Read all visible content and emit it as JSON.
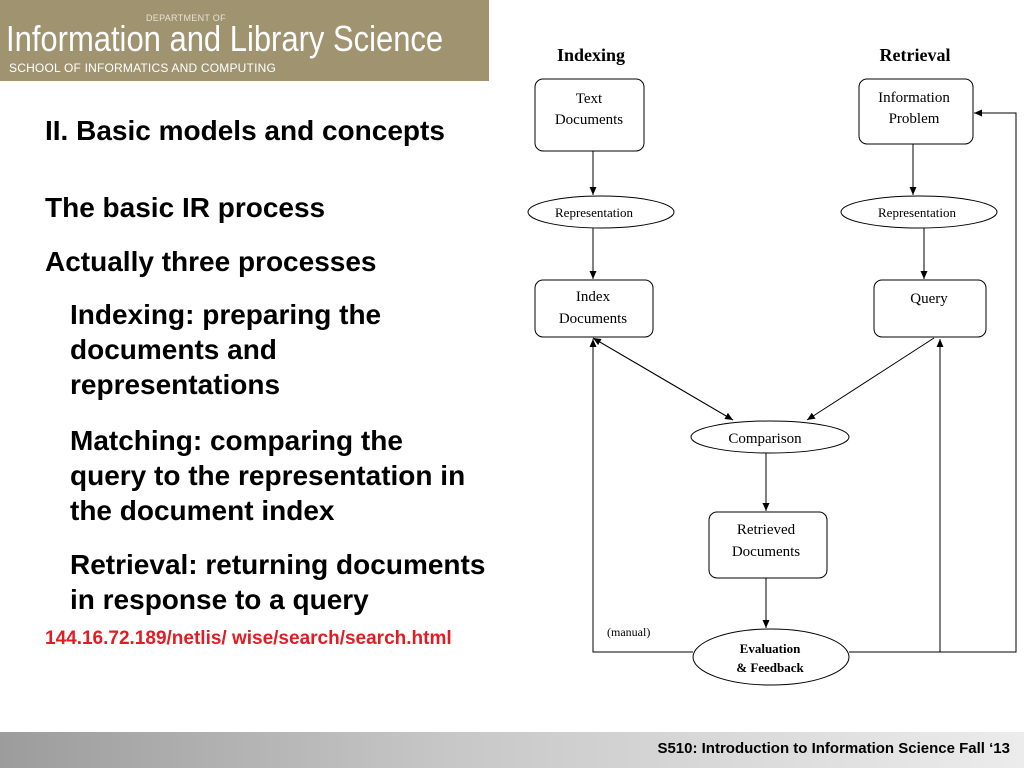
{
  "header": {
    "department_of": "DEPARTMENT OF",
    "title": "Information and Library Science",
    "school": "SCHOOL OF INFORMATICS AND COMPUTING"
  },
  "slide": {
    "heading": "II.  Basic models and concepts",
    "subheading": "The basic IR process",
    "bullet": "Actually three processes",
    "subbullets": [
      [
        "Indexing: preparing the",
        "documents and",
        "representations"
      ],
      [
        "Matching: comparing the",
        "query to the representation in",
        "the document index"
      ],
      [
        "Retrieval: returning documents",
        "in response to a query"
      ]
    ],
    "link": "144.16.72.189/netlis/ wise/search/search.html"
  },
  "diagram": {
    "col_indexing": "Indexing",
    "col_retrieval": "Retrieval",
    "text_documents": [
      "Text",
      "Documents"
    ],
    "information_problem": [
      "Information",
      "Problem"
    ],
    "representation_left": "Representation",
    "representation_right": "Representation",
    "index_documents": [
      "Index",
      "Documents"
    ],
    "query": "Query",
    "comparison": "Comparison",
    "retrieved_documents": [
      "Retrieved",
      "Documents"
    ],
    "evaluation": [
      "Evaluation",
      "& Feedback"
    ],
    "manual": "(manual)"
  },
  "footer": {
    "text": "S510: Introduction to Information Science Fall ‘13"
  }
}
